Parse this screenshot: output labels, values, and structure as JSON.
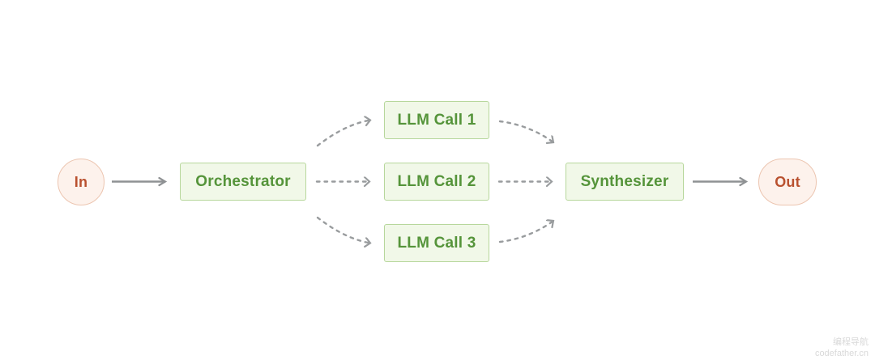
{
  "diagram": {
    "type": "flow-diagram",
    "pattern": "orchestrator-workers",
    "nodes": {
      "input": {
        "label": "In",
        "shape": "circle"
      },
      "orchestrator": {
        "label": "Orchestrator",
        "shape": "rect"
      },
      "llm_call_1": {
        "label": "LLM Call 1",
        "shape": "rect"
      },
      "llm_call_2": {
        "label": "LLM Call 2",
        "shape": "rect"
      },
      "llm_call_3": {
        "label": "LLM Call 3",
        "shape": "rect"
      },
      "synthesizer": {
        "label": "Synthesizer",
        "shape": "rect"
      },
      "output": {
        "label": "Out",
        "shape": "pill"
      }
    },
    "edges": [
      {
        "from": "In",
        "to": "Orchestrator",
        "style": "solid"
      },
      {
        "from": "Orchestrator",
        "to": "LLM Call 1",
        "style": "dashed"
      },
      {
        "from": "Orchestrator",
        "to": "LLM Call 2",
        "style": "dashed"
      },
      {
        "from": "Orchestrator",
        "to": "LLM Call 3",
        "style": "dashed"
      },
      {
        "from": "LLM Call 1",
        "to": "Synthesizer",
        "style": "dashed"
      },
      {
        "from": "LLM Call 2",
        "to": "Synthesizer",
        "style": "dashed"
      },
      {
        "from": "LLM Call 3",
        "to": "Synthesizer",
        "style": "dashed"
      },
      {
        "from": "Synthesizer",
        "to": "Out",
        "style": "solid"
      }
    ],
    "colors": {
      "green_text": "#55943a",
      "green_border": "#b7d79c",
      "green_fill": "#f1f8e8",
      "red_text": "#b9512f",
      "pink_border": "#ecc5b0",
      "pink_fill": "#fdf2ec",
      "arrow_gray": "#8f9294",
      "background": "#ffffff"
    },
    "watermark": {
      "line1": "编程导航",
      "line2": "codefather.cn"
    }
  }
}
